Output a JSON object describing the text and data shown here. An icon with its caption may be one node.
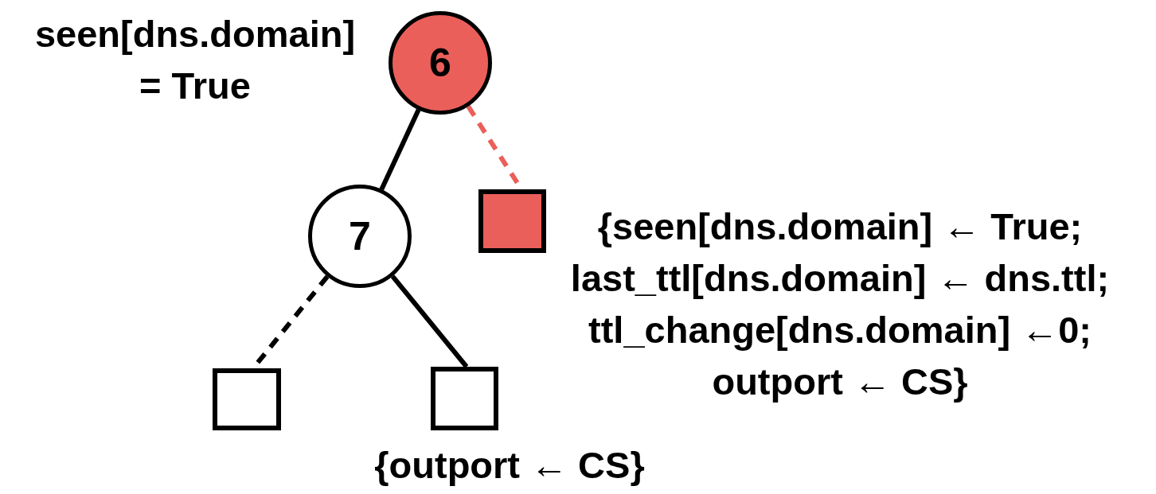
{
  "diagram": {
    "nodes": [
      {
        "text": [
          "6"
        ],
        "beside": [
          "seen[dns.domain] = True"
        ]
      },
      {
        "text": [
          "7"
        ]
      },
      {
        "text": [],
        "shape": "box",
        "beside": [
          "{seen[dns.domain] ← True; last_ttl[dns.domain] ← dns.ttl; ttl_change[dns.domain] ←0; outport ← CS}"
        ]
      },
      {
        "text": [],
        "shape": "box"
      },
      {
        "text": [],
        "shape": "box",
        "beside": [
          "{outport ← CS}"
        ]
      }
    ],
    "edges": [
      {
        "from": 0,
        "to": 1,
        "arrow": "none"
      },
      {
        "from": 0,
        "to": 2,
        "arrow": "none",
        "style": "dashed",
        "color": "#eb5f5a"
      },
      {
        "from": 1,
        "to": 3,
        "arrow": "none",
        "style": "dashed"
      },
      {
        "from": 1,
        "to": 4,
        "arrow": "none"
      }
    ]
  }
}
